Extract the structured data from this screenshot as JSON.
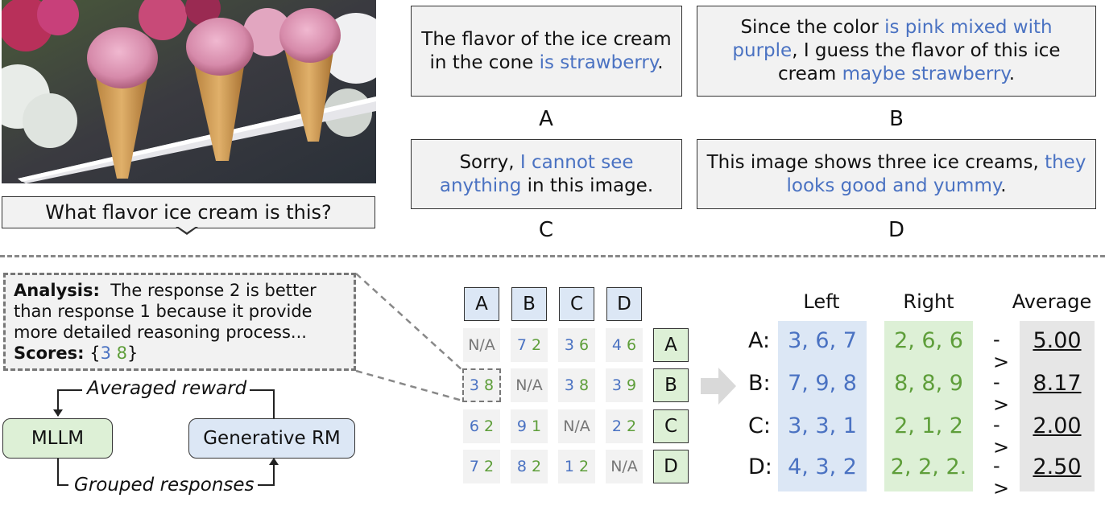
{
  "question": "What flavor ice cream is this?",
  "responses": [
    {
      "label": "A",
      "parts": [
        {
          "t": "The flavor of the ice cream in the cone ",
          "c": ""
        },
        {
          "t": "is strawberry",
          "c": "blue"
        },
        {
          "t": ".",
          "c": ""
        }
      ]
    },
    {
      "label": "B",
      "parts": [
        {
          "t": "Since the color ",
          "c": ""
        },
        {
          "t": "is pink mixed with purple",
          "c": "blue"
        },
        {
          "t": ", I guess the flavor of this ice cream ",
          "c": ""
        },
        {
          "t": "maybe strawberry",
          "c": "blue"
        },
        {
          "t": ".",
          "c": ""
        }
      ]
    },
    {
      "label": "C",
      "parts": [
        {
          "t": "Sorry, ",
          "c": ""
        },
        {
          "t": "I cannot see anything",
          "c": "blue"
        },
        {
          "t": " in this image.",
          "c": ""
        }
      ]
    },
    {
      "label": "D",
      "parts": [
        {
          "t": "This image shows three ice creams, ",
          "c": ""
        },
        {
          "t": "they looks good and yummy",
          "c": "blue"
        },
        {
          "t": ".",
          "c": ""
        }
      ]
    }
  ],
  "analysis": {
    "analysis_label": "Analysis:",
    "analysis_text": "The response 2 is better than response 1 because it provide more detailed reasoning process...",
    "scores_label": "Scores:",
    "score_open": "{",
    "score_left": "3",
    "score_right": "8",
    "score_close": "}"
  },
  "flow": {
    "mllm": "MLLM",
    "rm": "Generative RM",
    "top_label": "Averaged reward",
    "bottom_label": "Grouped responses"
  },
  "matrix": {
    "col_headers": [
      "A",
      "B",
      "C",
      "D"
    ],
    "row_labels": [
      "A",
      "B",
      "C",
      "D"
    ],
    "na": "N/A",
    "cells": [
      [
        null,
        [
          "7",
          "2"
        ],
        [
          "3",
          "6"
        ],
        [
          "4",
          "6"
        ]
      ],
      [
        [
          "3",
          "8"
        ],
        null,
        [
          "3",
          "8"
        ],
        [
          "3",
          "9"
        ]
      ],
      [
        [
          "6",
          "2"
        ],
        [
          "9",
          "1"
        ],
        null,
        [
          "2",
          "2"
        ]
      ],
      [
        [
          "7",
          "2"
        ],
        [
          "8",
          "2"
        ],
        [
          "1",
          "2"
        ],
        null
      ]
    ]
  },
  "results": {
    "headers": {
      "left": "Left",
      "right": "Right",
      "average": "Average"
    },
    "arrow": "->",
    "rows": [
      {
        "label": "A:",
        "left": "3, 6, 7",
        "right": "2, 6, 6",
        "avg": "5.00"
      },
      {
        "label": "B:",
        "left": "7, 9, 8",
        "right": "8, 8, 9",
        "avg": "8.17"
      },
      {
        "label": "C:",
        "left": "3, 3, 1",
        "right": "2, 1, 2",
        "avg": "2.00"
      },
      {
        "label": "D:",
        "left": "4, 3, 2",
        "right": "2, 2, 2.",
        "avg": "2.50"
      }
    ]
  },
  "colors": {
    "blue": "#4a72c2",
    "green": "#5e9e3a",
    "header_blue": "#dce7f5",
    "label_green": "#ddf0d6"
  }
}
